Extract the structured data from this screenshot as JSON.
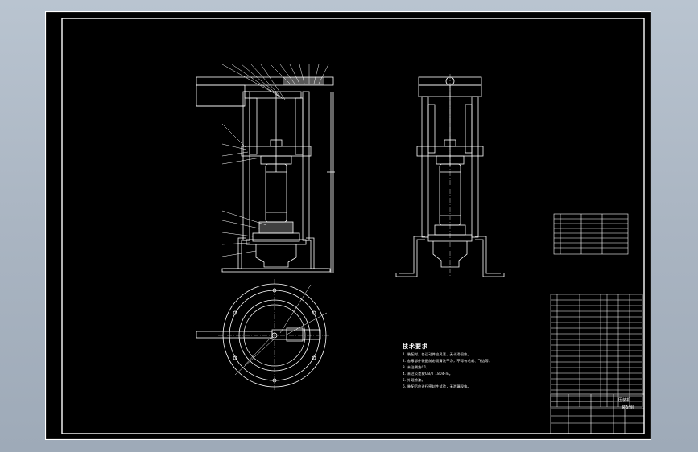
{
  "technical_requirements": {
    "title": "技术要求",
    "lines": [
      "1. 装配时，各运动件应灵活，无卡滞现象。",
      "2. 各零部件装配前必须清洗干净，不得有毛刺、飞边等。",
      "3. 未注倒角C1。",
      "4. 未注公差按GB/T 1804-m。",
      "5. 外观涂漆。",
      "6. 装配后应进行密封性试验，无泄漏现象。"
    ]
  },
  "title_block": {
    "title": "压装机",
    "code": "装配图"
  },
  "colors": {
    "background": "#000000",
    "outer_bg": "#aeb9c6",
    "lines": "#ffffff"
  }
}
